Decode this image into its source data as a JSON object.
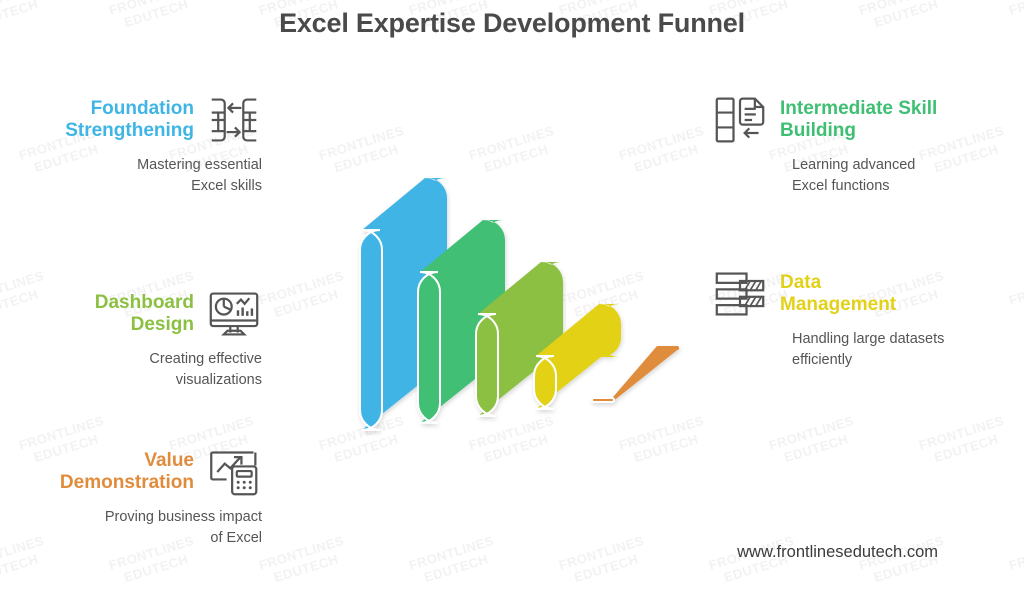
{
  "title": "Excel Expertise Development Funnel",
  "footer": {
    "url": "www.frontlinesedutech.com"
  },
  "watermark": {
    "line1": "FRONTLINES",
    "line2": "EDUTECH"
  },
  "colors": {
    "title": "#4a4a4a",
    "body_text": "#555555",
    "blue": "#3fb5e5",
    "green": "#3fbf74",
    "olive": "#8cc043",
    "yellow": "#e3d119",
    "orange": "#e08c3c",
    "icon_stroke": "#555555",
    "watermark": "#f2f2f2"
  },
  "stages": [
    {
      "id": "foundation-strengthening",
      "side": "left",
      "heading": "Foundation Strengthening",
      "heading_line1": "Foundation",
      "heading_line2": "Strengthening",
      "description": "Mastering essential Excel skills",
      "desc_line1": "Mastering essential",
      "desc_line2": "Excel skills",
      "color": "#3fb5e5",
      "icon": "data-exchange-icon"
    },
    {
      "id": "intermediate-skill-building",
      "side": "right",
      "heading": "Intermediate Skill Building",
      "heading_line1": "Intermediate Skill",
      "heading_line2": "Building",
      "description": "Learning advanced Excel functions",
      "desc_line1": "Learning advanced",
      "desc_line2": "Excel functions",
      "color": "#3fbf74",
      "icon": "column-document-icon"
    },
    {
      "id": "dashboard-design",
      "side": "left",
      "heading": "Dashboard Design",
      "heading_line1": "Dashboard Design",
      "heading_line2": "",
      "description": "Creating effective visualizations",
      "desc_line1": "Creating effective",
      "desc_line2": "visualizations",
      "color": "#8cc043",
      "icon": "monitor-chart-icon"
    },
    {
      "id": "data-management",
      "side": "right",
      "heading": "Data Management",
      "heading_line1": "Data",
      "heading_line2": "Management",
      "description": "Handling large datasets efficiently",
      "desc_line1": "Handling large datasets",
      "desc_line2": "efficiently",
      "color": "#e3d119",
      "icon": "data-layers-icon"
    },
    {
      "id": "value-demonstration",
      "side": "left",
      "heading": "Value Demonstration",
      "heading_line1": "Value",
      "heading_line2": "Demonstration",
      "description": "Proving business impact of Excel",
      "desc_line1": "Proving business impact",
      "desc_line2": "of Excel",
      "color": "#e08c3c",
      "icon": "growth-calculator-icon"
    }
  ],
  "chart_data": {
    "type": "funnel",
    "title": "Excel Expertise Development Funnel",
    "orientation": "isometric-3d-stacked-slabs",
    "levels": 5,
    "categories": [
      "Foundation Strengthening",
      "Intermediate Skill Building",
      "Dashboard Design",
      "Data Management",
      "Value Demonstration"
    ],
    "values": [
      5,
      4,
      3,
      2,
      1
    ],
    "colors": [
      "#3fb5e5",
      "#3fbf74",
      "#8cc043",
      "#e3d119",
      "#e08c3c"
    ]
  }
}
